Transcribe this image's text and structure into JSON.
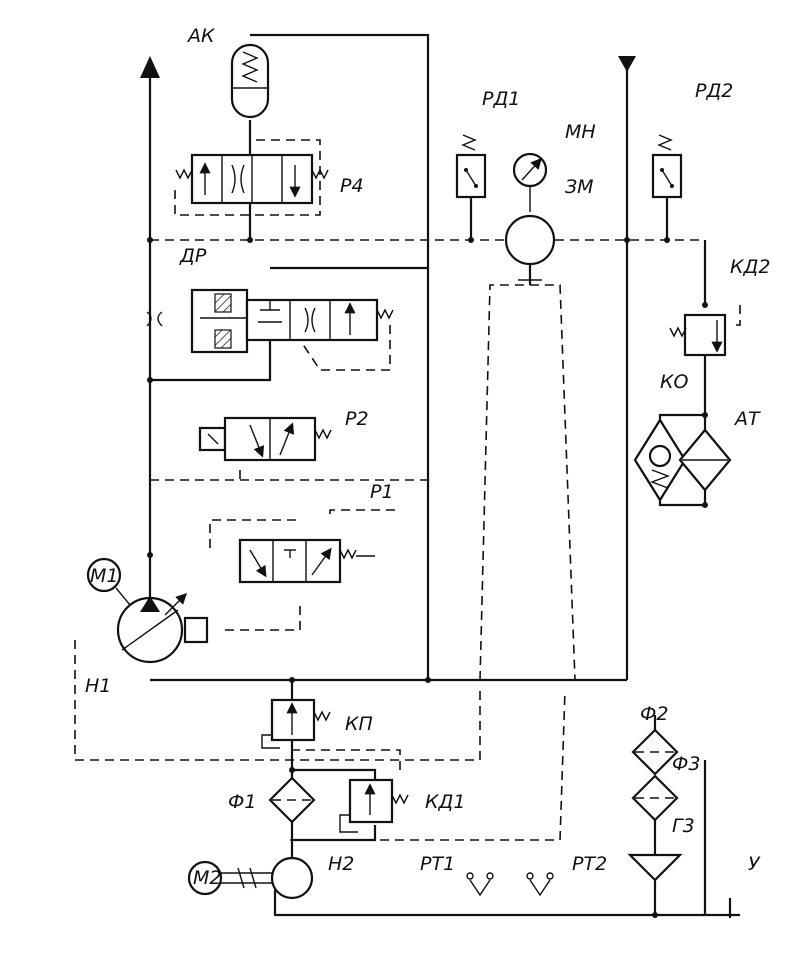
{
  "labels": {
    "ak": "АК",
    "rd1": "РД1",
    "rd2": "РД2",
    "mn": "МН",
    "zm": "ЗМ",
    "r4": "Р4",
    "dr": "ДР",
    "kd2": "КД2",
    "ko": "КО",
    "at": "АТ",
    "r2": "Р2",
    "r1": "Р1",
    "m1": "М1",
    "n1": "Н1",
    "kp": "КП",
    "f1": "Ф1",
    "kd1": "КД1",
    "f2": "Ф2",
    "f3": "Ф3",
    "g3": "Г3",
    "m2": "М2",
    "n2": "Н2",
    "rt1": "РТ1",
    "rt2": "РТ2",
    "u": "У"
  }
}
